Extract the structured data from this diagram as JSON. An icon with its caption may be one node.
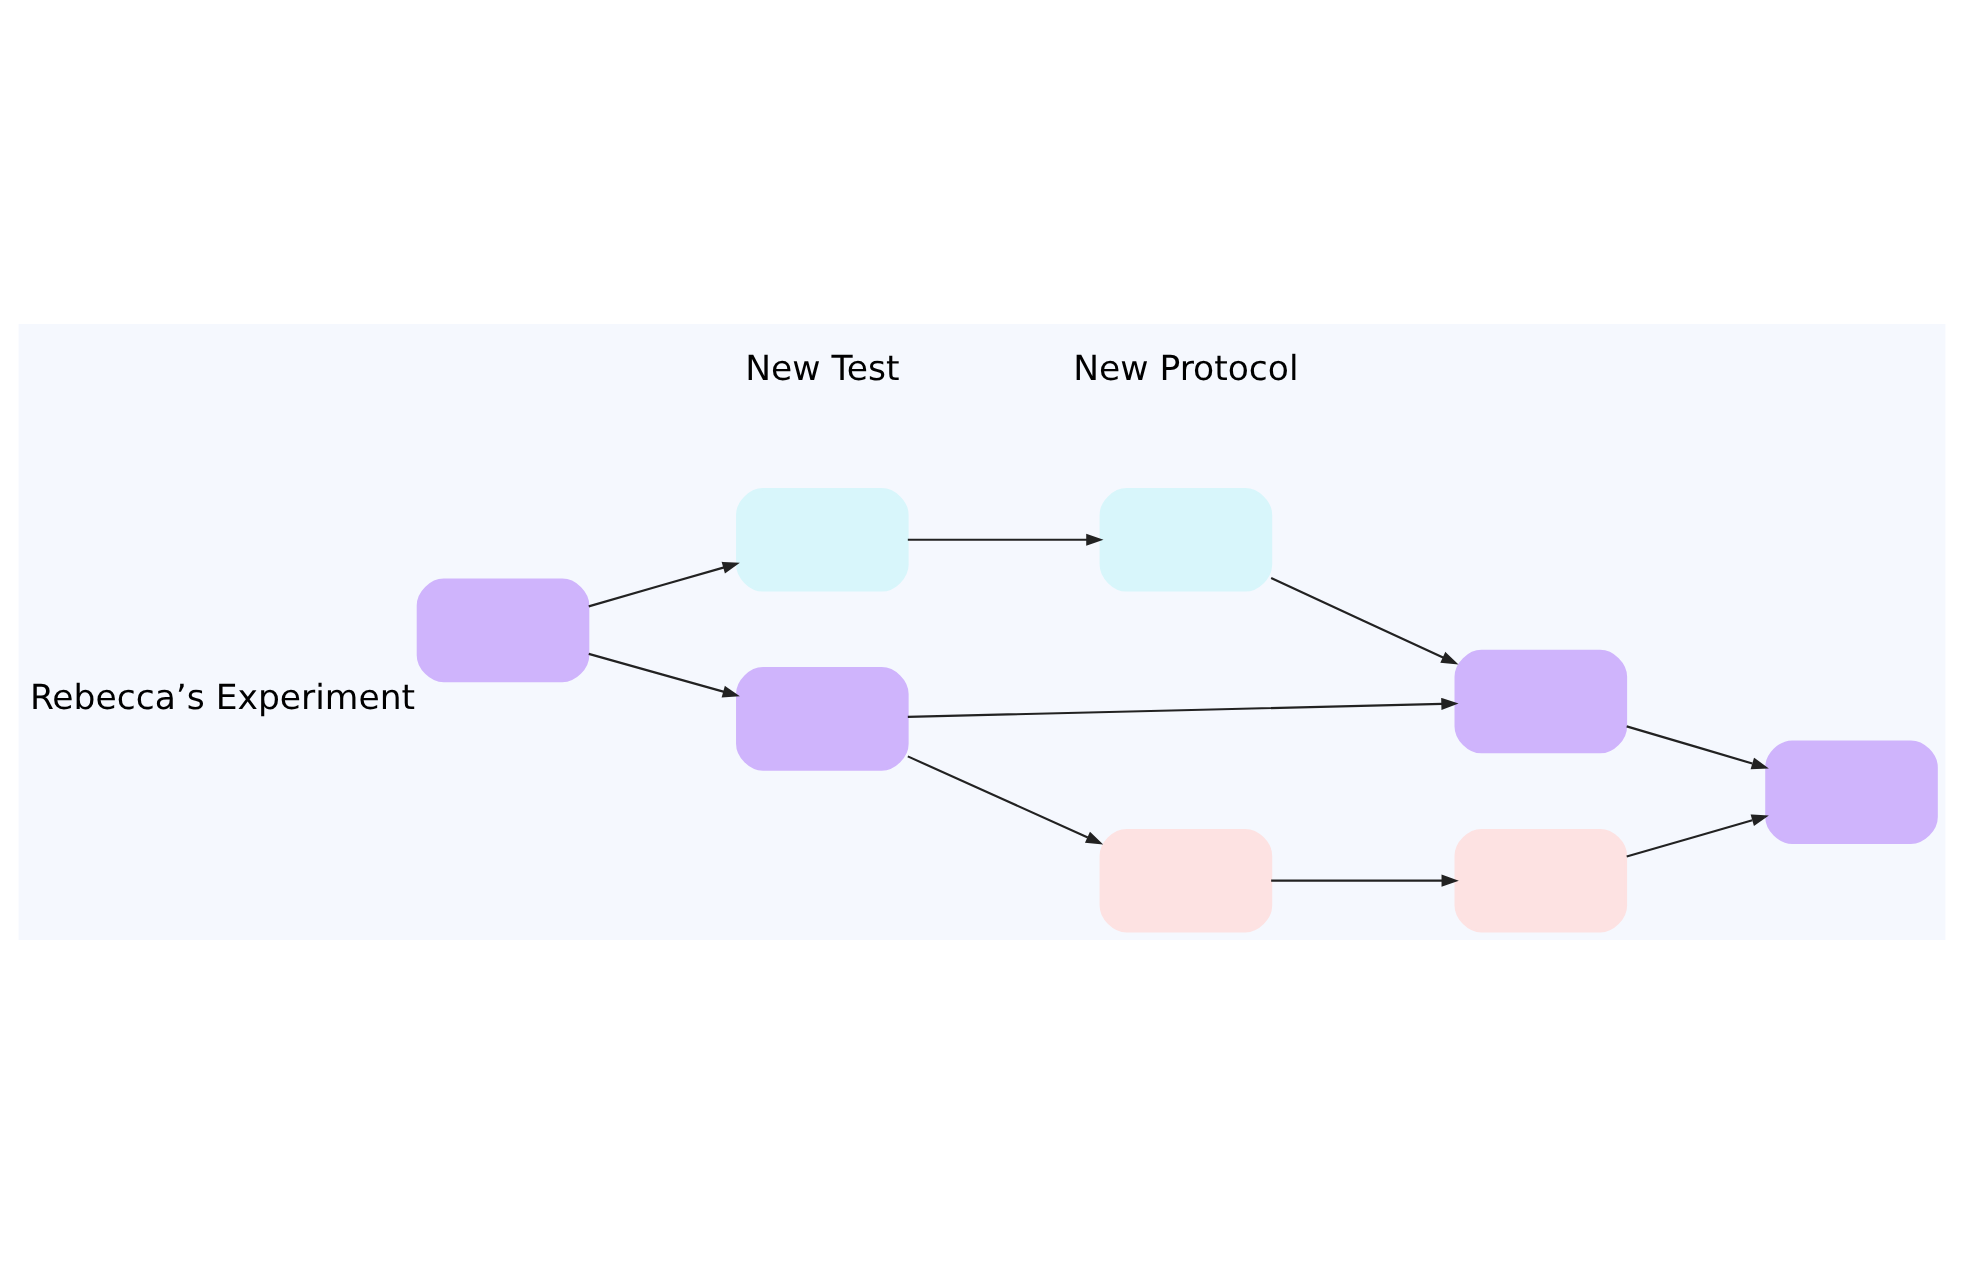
{
  "diagram": {
    "nodes": [
      {
        "text": [],
        "shape": "box"
      },
      {
        "text": [],
        "shape": "box"
      },
      {
        "text": [],
        "shape": "box",
        "beside": [
          "Rebecca’s Experiment"
        ]
      },
      {
        "text": [],
        "shape": "box"
      },
      {
        "text": [],
        "shape": "box"
      },
      {
        "text": [],
        "shape": "box"
      },
      {
        "text": [],
        "shape": "box"
      },
      {
        "text": [],
        "shape": "box"
      }
    ],
    "edges": [
      {
        "from": 2,
        "to": 0,
        "arrow": "to"
      },
      {
        "from": 0,
        "to": 1,
        "arrow": "to"
      },
      {
        "from": 1,
        "to": 4,
        "arrow": "to"
      },
      {
        "from": 2,
        "to": 3,
        "arrow": "to"
      },
      {
        "from": 3,
        "to": 4,
        "arrow": "to"
      },
      {
        "from": 4,
        "to": 5,
        "arrow": "to"
      },
      {
        "from": 3,
        "to": 6,
        "arrow": "to"
      },
      {
        "from": 6,
        "to": 7,
        "arrow": "to"
      },
      {
        "from": 7,
        "to": 5,
        "arrow": "to"
      }
    ],
    "labels": [
      "New Test",
      "New Protocol"
    ]
  }
}
